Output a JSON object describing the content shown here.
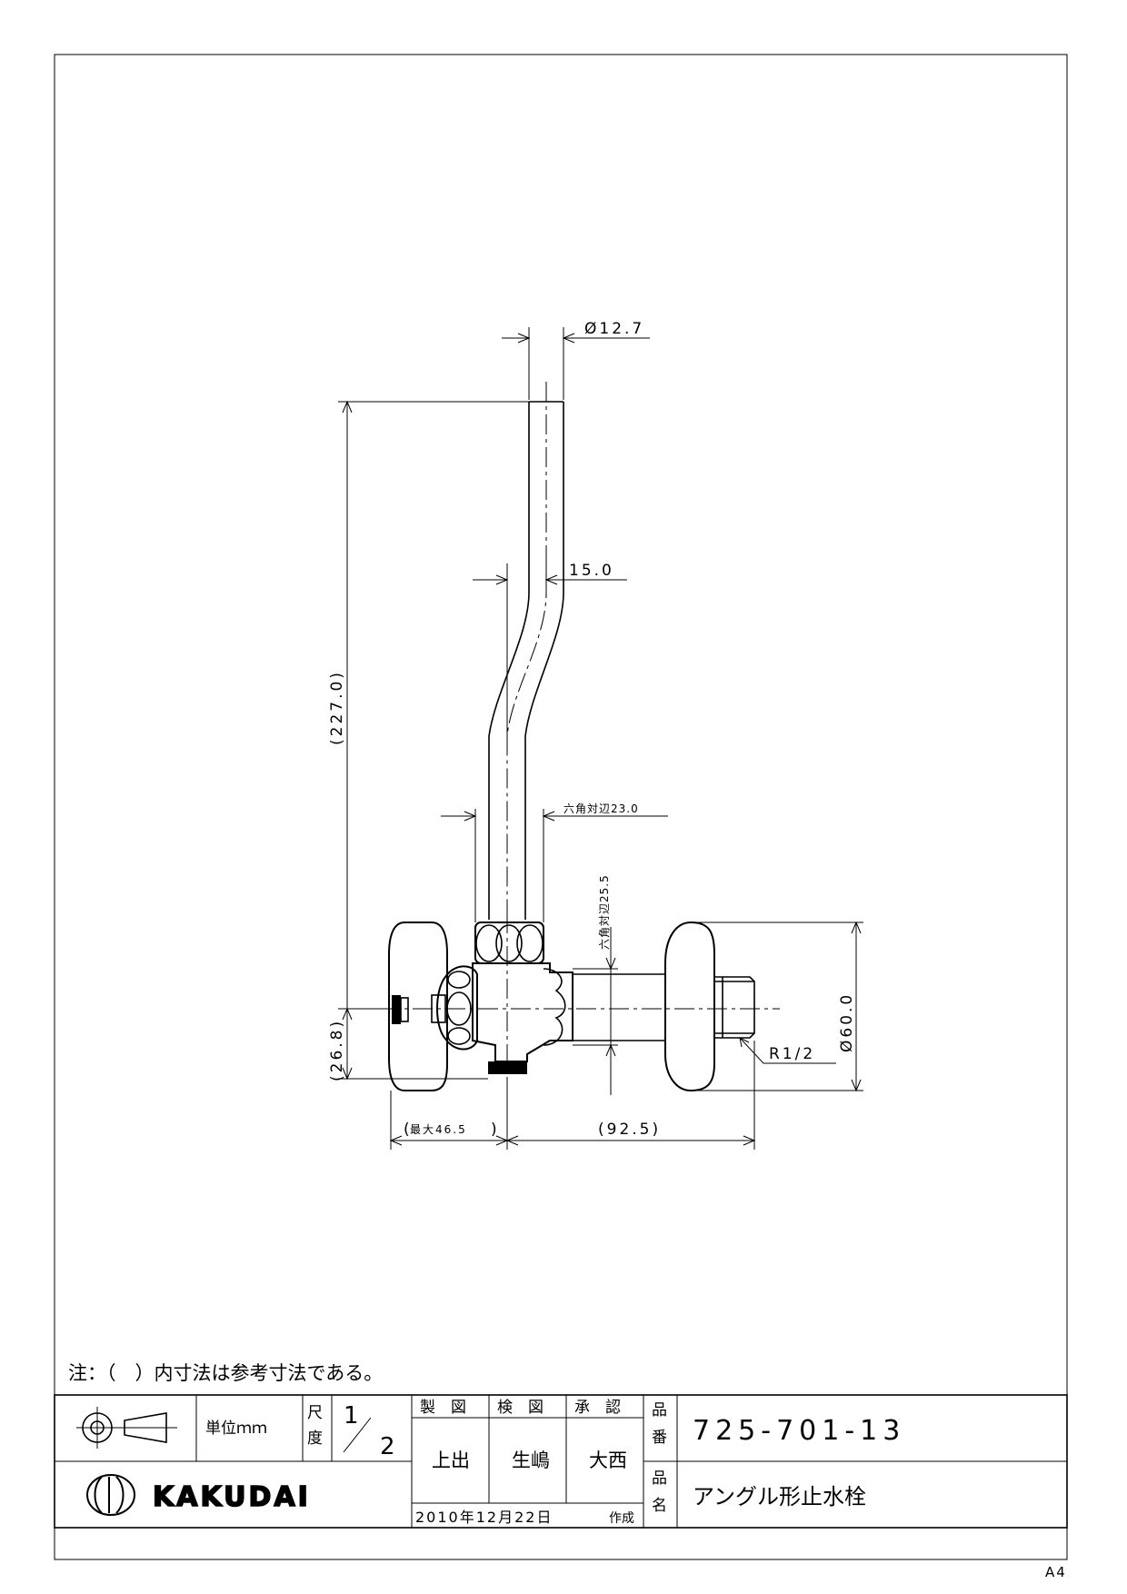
{
  "dimensions": {
    "pipe_diameter": "Ø12.7",
    "offset": "15.0",
    "height": "(227.0)",
    "hex_nut": "六角対辺23.0",
    "hex_body": "六角対辺25.5",
    "flange_diameter": "Ø60.0",
    "handle_height": "(26.8)",
    "thread": "R1/2",
    "max_width": "最大46.5",
    "max_width_paren_open": "(",
    "max_width_paren_close": ")",
    "length": "(92.5)"
  },
  "note": "注：（　）内寸法は参考寸法である。",
  "title_block": {
    "unit_label": "単位ｍｍ",
    "scale_label_1": "尺",
    "scale_label_2": "度",
    "scale_num": "1",
    "scale_den": "2",
    "drawn_label": "製　図",
    "checked_label": "検　図",
    "approved_label": "承　認",
    "drawn_by": "上出",
    "checked_by": "生嶋",
    "approved_by": "大西",
    "date": "2010年12月22日",
    "created_label": "作成",
    "part_no_label_1": "品",
    "part_no_label_2": "番",
    "part_name_label_1": "品",
    "part_name_label_2": "名",
    "part_number": "725-701-13",
    "part_name": "アングル形止水栓",
    "company": "KAKUDAI"
  },
  "paper_size": "A4"
}
